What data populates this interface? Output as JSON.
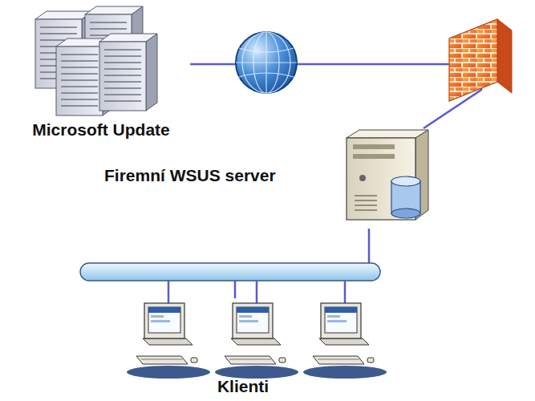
{
  "diagram": {
    "nodes": [
      {
        "text": [
          "Microsoft Update"
        ]
      },
      {
        "text": [
          "Firemní WSUS server"
        ]
      },
      {
        "text": [
          "Klienti"
        ]
      }
    ],
    "edges": [
      {
        "from": 0,
        "to": 1,
        "arrow": "none"
      },
      {
        "from": 1,
        "to": 2,
        "arrow": "none"
      }
    ]
  }
}
